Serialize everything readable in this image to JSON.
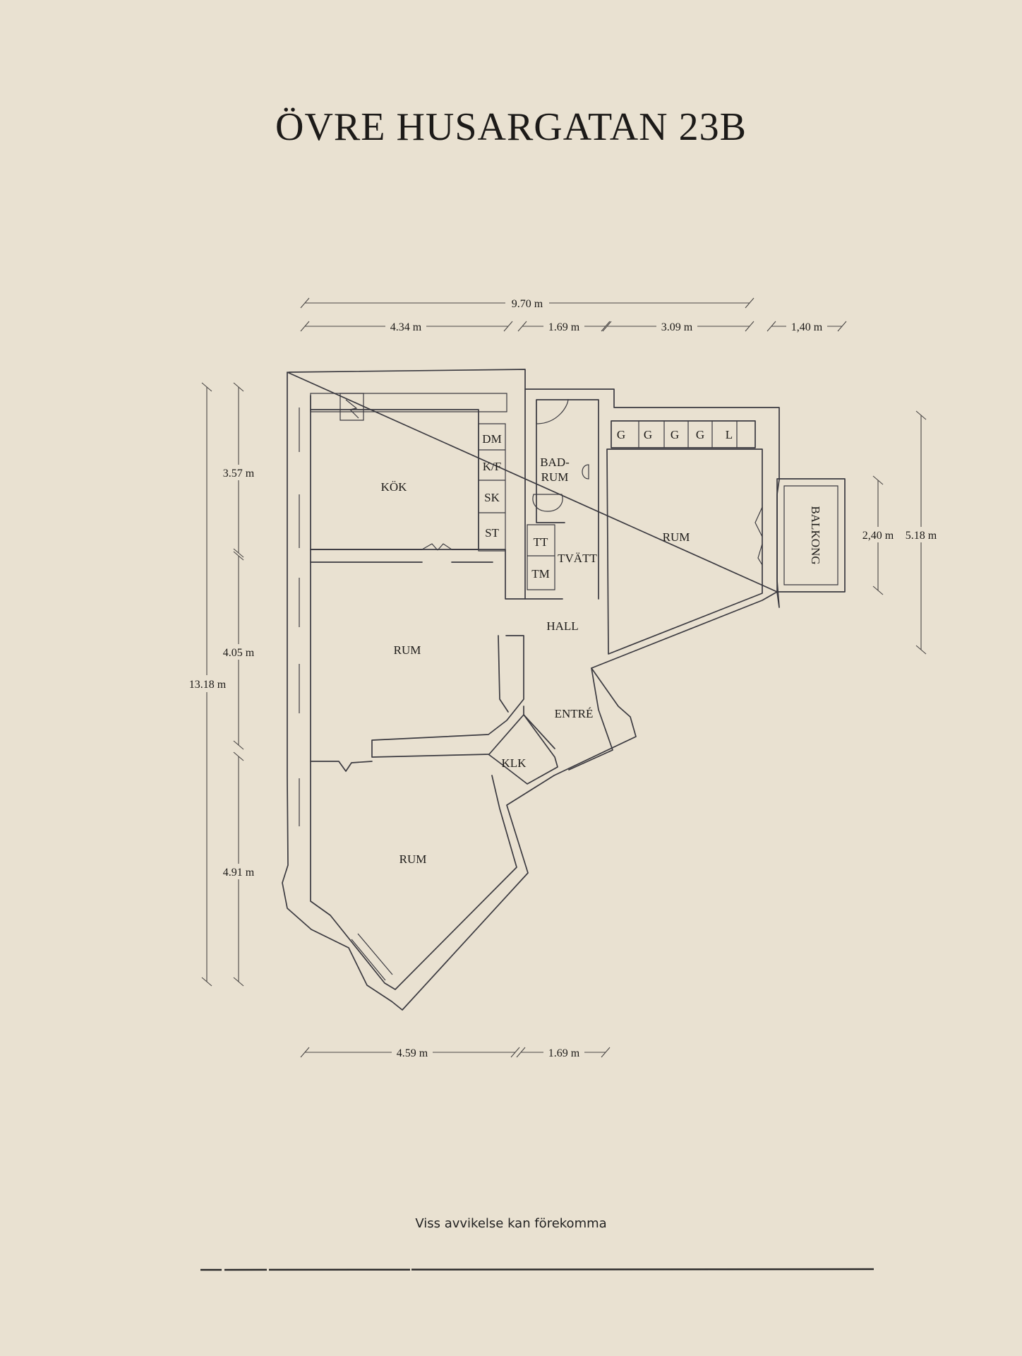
{
  "title": "ÖVRE HUSARGATAN 23B",
  "rooms": {
    "kok": "KÖK",
    "dm": "DM",
    "kf": "K/F",
    "sk": "SK",
    "st": "ST",
    "badrum_1": "BAD-",
    "badrum_2": "RUM",
    "tt": "TT",
    "tm": "TM",
    "tvatt": "TVÄTT",
    "g": "G",
    "l": "L",
    "rum_east": "RUM",
    "balkong": "BALKONG",
    "hall": "HALL",
    "rum_middle": "RUM",
    "entre": "ENTRÉ",
    "klk": "KLK",
    "rum_south": "RUM"
  },
  "dimensions": {
    "top_total": "9.70 m",
    "top_1": "4.34 m",
    "top_2": "1.69 m",
    "top_3": "3.09 m",
    "top_4": "1,40 m",
    "left_total": "13.18 m",
    "left_1": "3.57 m",
    "left_2": "4.05 m",
    "left_3": "4.91 m",
    "right_1": "2,40 m",
    "right_2": "5.18 m",
    "bottom_1": "4.59 m",
    "bottom_2": "1.69 m"
  },
  "note": "Viss avvikelse kan förekomma",
  "colors": {
    "background": "#e9e1d1",
    "lines": "#3b3a40",
    "text": "#1c1a18"
  }
}
